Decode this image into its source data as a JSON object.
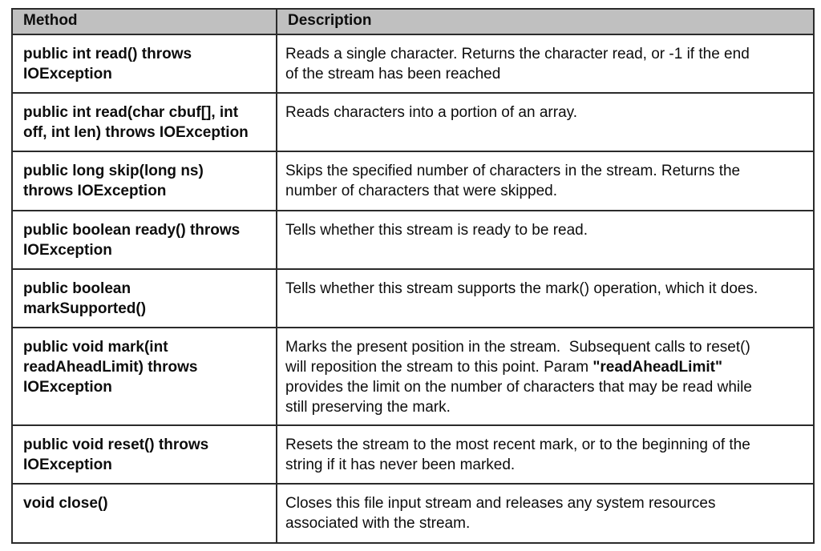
{
  "page": {
    "background": "#ffffff",
    "border_color": "#2b2b2b",
    "header_bg": "#c0c0c0"
  },
  "table": {
    "header": {
      "method": "Method",
      "description": "Description"
    },
    "rows": [
      {
        "method": "public int read() throws\nIOException",
        "description": "Reads a single character. Returns the character read, or -1 if the end\nof the stream has been reached"
      },
      {
        "method": "public int read(char cbuf[], int\noff, int len) throws IOException",
        "description": "Reads characters into a portion of an array."
      },
      {
        "method": "public long skip(long ns)\nthrows IOException",
        "description": "Skips the specified number of characters in the stream. Returns the\nnumber of characters that were skipped."
      },
      {
        "method": "public boolean ready() throws\nIOException",
        "description": "Tells whether this stream is ready to be read."
      },
      {
        "method": "public boolean\nmarkSupported()",
        "description": "Tells whether this stream supports the mark() operation, which it does."
      },
      {
        "method": "public void mark(int\nreadAheadLimit) throws\nIOException",
        "description_pre": "Marks the present position in the stream.  Subsequent calls to reset()\nwill reposition the stream to this point. Param ",
        "description_bold": "\"readAheadLimit\"",
        "description_post": "\nprovides the limit on the number of characters that may be read while\nstill preserving the mark."
      },
      {
        "method": "public void reset() throws\nIOException",
        "description": "Resets the stream to the most recent mark, or to the beginning of the\nstring if it has never been marked."
      },
      {
        "method": "void close()",
        "description": "Closes this file input stream and releases any system resources\nassociated with the stream."
      }
    ]
  }
}
